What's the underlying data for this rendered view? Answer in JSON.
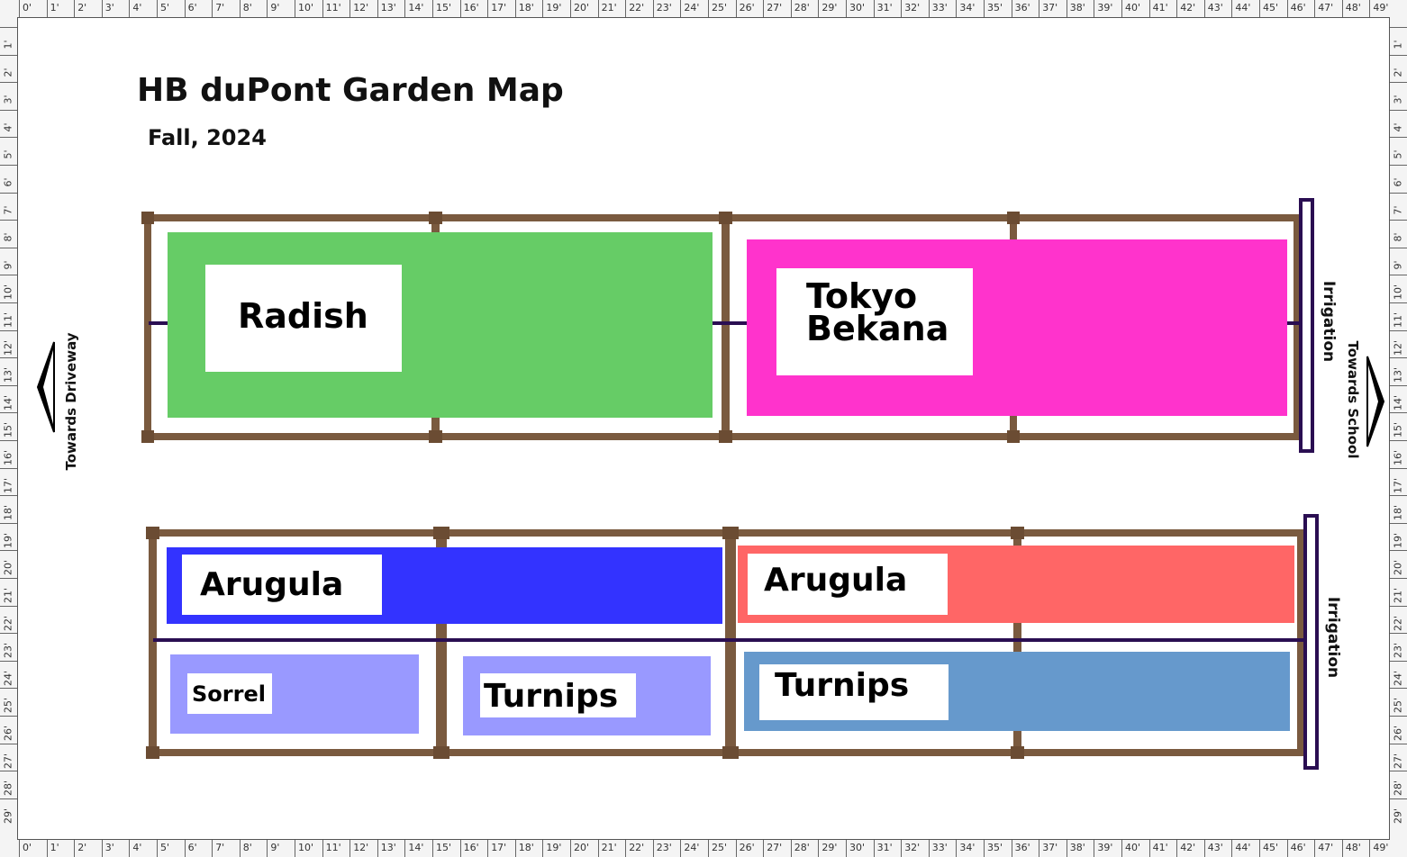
{
  "map": {
    "title": "HB duPont Garden Map",
    "subtitle": "Fall, 2024",
    "rulers": {
      "horizontal_labels": [
        "0'",
        "1'",
        "2'",
        "3'",
        "4'",
        "5'",
        "6'",
        "7'",
        "8'",
        "9'",
        "10'",
        "11'",
        "12'",
        "13'",
        "14'",
        "15'",
        "16'",
        "17'",
        "18'",
        "19'",
        "20'",
        "21'",
        "22'",
        "23'",
        "24'",
        "25'",
        "26'",
        "27'",
        "28'",
        "29'",
        "30'",
        "31'",
        "32'",
        "33'",
        "34'",
        "35'",
        "36'",
        "37'",
        "38'",
        "39'",
        "40'",
        "41'",
        "42'",
        "43'",
        "44'",
        "45'",
        "46'",
        "47'",
        "48'",
        "49'"
      ],
      "vertical_labels": [
        "1'",
        "2'",
        "3'",
        "4'",
        "5'",
        "6'",
        "7'",
        "8'",
        "9'",
        "10'",
        "11'",
        "12'",
        "13'",
        "14'",
        "15'",
        "16'",
        "17'",
        "18'",
        "19'",
        "20'",
        "21'",
        "22'",
        "23'",
        "24'",
        "25'",
        "26'",
        "27'",
        "28'",
        "29'"
      ]
    },
    "direction_left": "Towards Driveway",
    "direction_right": "Towards School",
    "irrigation_label": "Irrigation",
    "plots": {
      "radish": {
        "label": "Radish",
        "color": "#66cc66"
      },
      "tokyo_bekana": {
        "label_line1": "Tokyo",
        "label_line2": "Bekana",
        "color": "#ff33cc"
      },
      "arugula_left": {
        "label": "Arugula",
        "color": "#3333ff"
      },
      "arugula_right": {
        "label": "Arugula",
        "color": "#ff6666"
      },
      "sorrel": {
        "label": "Sorrel",
        "color": "#9999ff"
      },
      "turnips_middle": {
        "label": "Turnips",
        "color": "#9999ff"
      },
      "turnips_right": {
        "label": "Turnips",
        "color": "#6699cc"
      }
    },
    "colors": {
      "frame_wood": "#7a5a3f",
      "irrigation_pipe": "#2a0e52"
    }
  }
}
